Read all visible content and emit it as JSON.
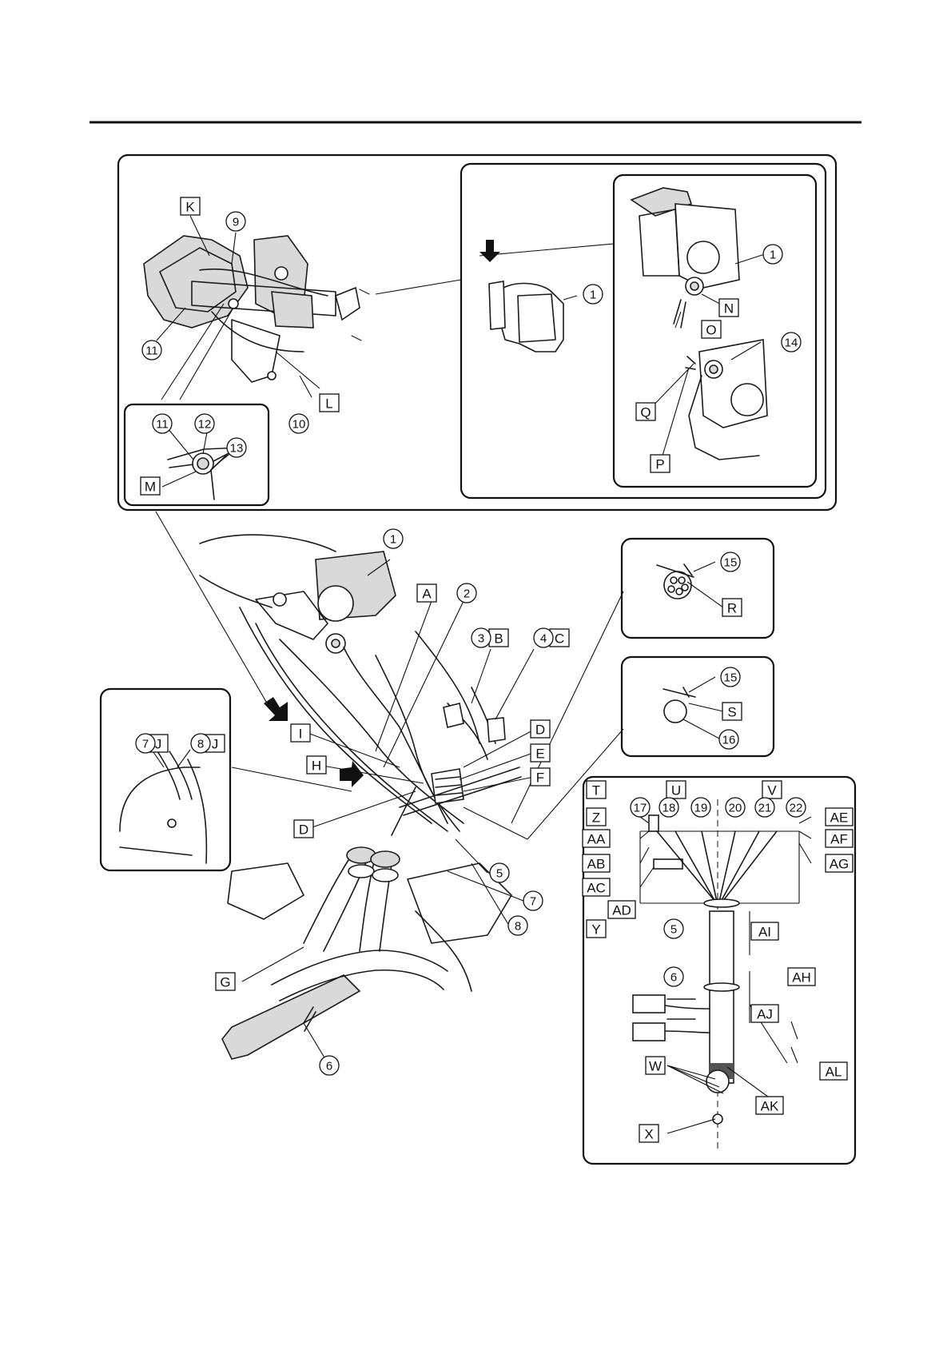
{
  "letter_labels": [
    "K",
    "L",
    "M",
    "N",
    "O",
    "P",
    "Q",
    "A",
    "B",
    "C",
    "D",
    "D",
    "E",
    "F",
    "G",
    "H",
    "I",
    "J",
    "J",
    "R",
    "S",
    "T",
    "U",
    "V",
    "Z",
    "AA",
    "AB",
    "AC",
    "AD",
    "AE",
    "AF",
    "AG",
    "Y",
    "AI",
    "AH",
    "AJ",
    "AK",
    "AL",
    "W",
    "X"
  ],
  "number_labels": [
    "9",
    "11",
    "10",
    "1",
    "1",
    "14",
    "11",
    "12",
    "13",
    "1",
    "2",
    "3",
    "4",
    "5",
    "7",
    "8",
    "6",
    "7",
    "8",
    "15",
    "15",
    "16",
    "17",
    "18",
    "19",
    "20",
    "21",
    "22",
    "5",
    "6"
  ]
}
